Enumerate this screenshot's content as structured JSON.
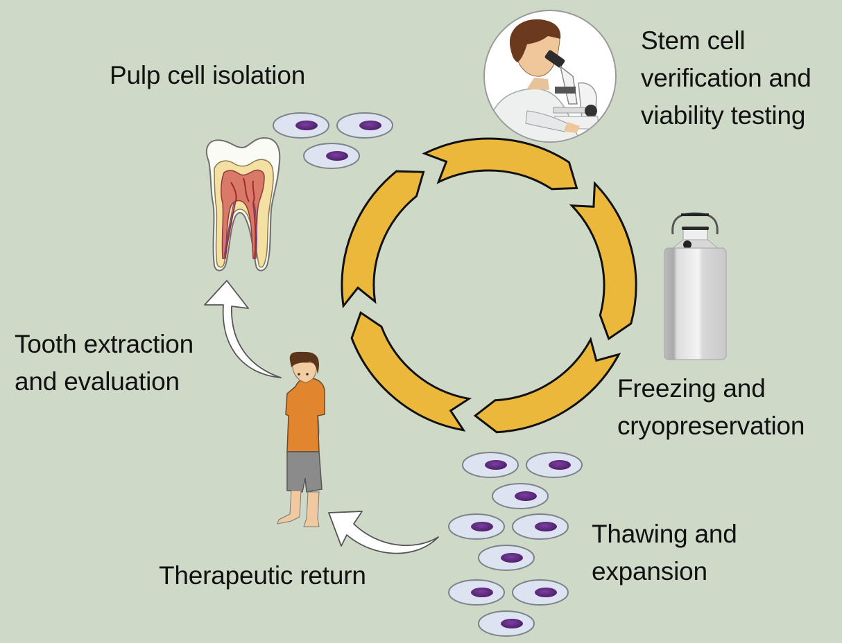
{
  "diagram": {
    "type": "cycle",
    "cycle_stage_count": 5,
    "colors": {
      "background": "#cfd9c7",
      "cycle_arrow_fill": "#ebb83c",
      "cycle_arrow_stroke": "#111111",
      "cell_body": "#dde3f0",
      "cell_nucleus": "#5b2a7e",
      "curved_arrow_fill": "#ffffff"
    },
    "steps": [
      {
        "id": "isolation",
        "lines": [
          "Pulp cell isolation"
        ],
        "icon": "tooth-cross-section-icon"
      },
      {
        "id": "verification",
        "lines": [
          "Stem cell",
          "verification and",
          "viability testing"
        ],
        "icon": "scientist-microscope-icon"
      },
      {
        "id": "freezing",
        "lines": [
          "Freezing and",
          "cryopreservation"
        ],
        "icon": "cryo-dewar-icon"
      },
      {
        "id": "thawing",
        "lines": [
          "Thawing and",
          "expansion"
        ],
        "icon": "cell-cluster-icon"
      },
      {
        "id": "return",
        "lines": [
          "Therapeutic return"
        ],
        "icon": "curved-arrow-icon"
      },
      {
        "id": "extraction",
        "lines": [
          "Tooth extraction",
          "and evaluation"
        ],
        "icon": "child-patient-icon"
      }
    ]
  }
}
